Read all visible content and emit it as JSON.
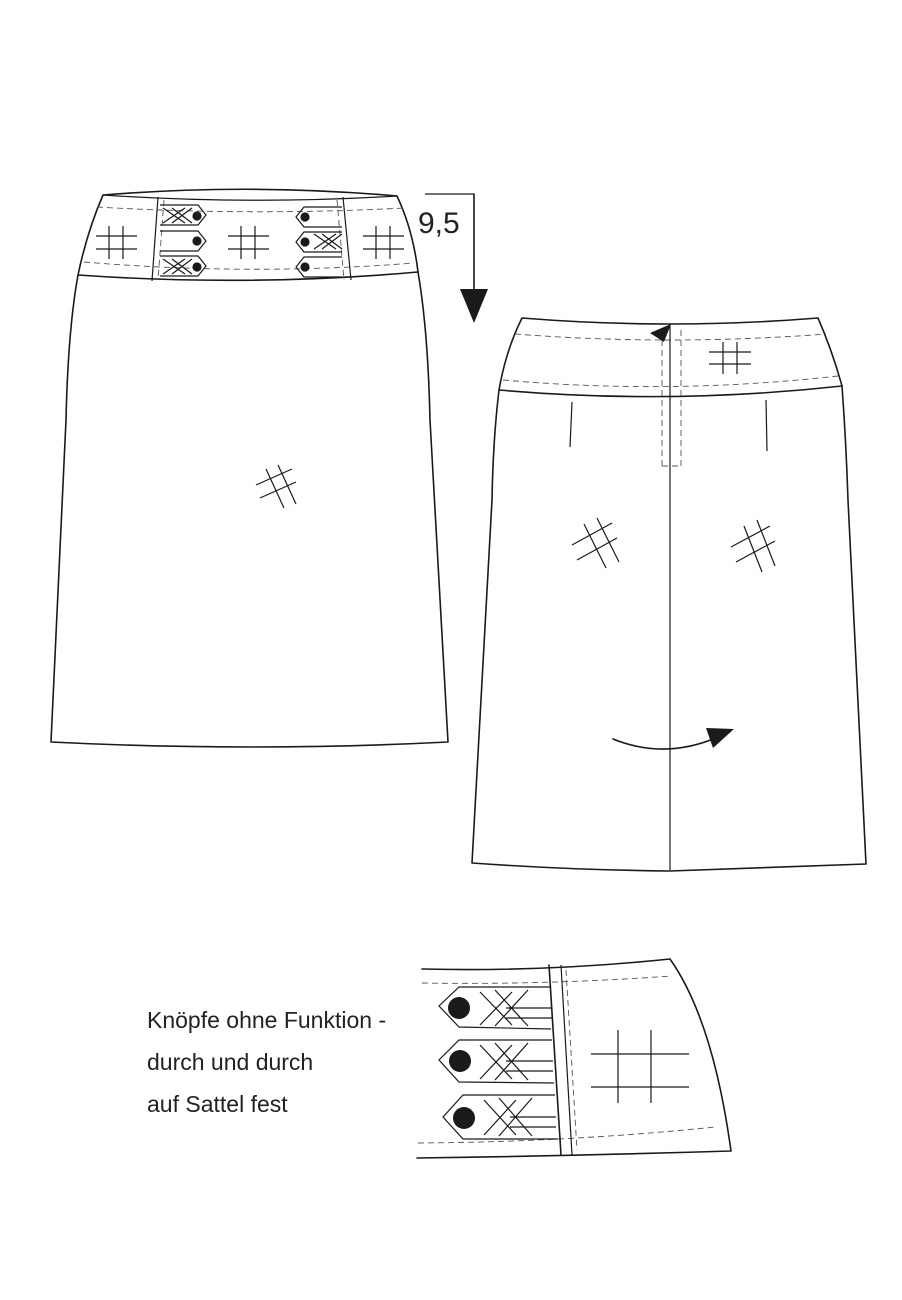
{
  "measurement": {
    "value": "9,5"
  },
  "note": {
    "lines": [
      "Knöpfe ohne Funktion -",
      "durch und durch",
      "auf Sattel fest"
    ]
  },
  "colors": {
    "line": "#1a1a1a",
    "dash": "#555555",
    "text": "#222222",
    "background": "#ffffff"
  },
  "icons": [
    "grainline-hash-icon",
    "button-dot-icon",
    "tab-cross-stitch-icon",
    "fold-arrow-icon",
    "dimension-arrow-icon"
  ]
}
